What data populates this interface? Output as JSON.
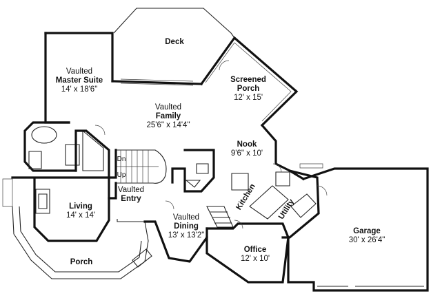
{
  "rooms": {
    "deck": {
      "name": "Deck"
    },
    "screened_porch": {
      "name_line1": "Screened",
      "name_line2": "Porch",
      "dims": "12' x 15'"
    },
    "master_suite": {
      "prefix": "Vaulted",
      "name": "Master Suite",
      "dims": "14' x 18'6\""
    },
    "family": {
      "prefix": "Vaulted",
      "name": "Family",
      "dims": "25'6\" x 14'4\""
    },
    "nook": {
      "name": "Nook",
      "dims": "9'6\" x 10'"
    },
    "stairs": {
      "down": "Dn",
      "up": "Up"
    },
    "entry": {
      "prefix": "Vaulted",
      "name": "Entry"
    },
    "living": {
      "name": "Living",
      "dims": "14' x 14'"
    },
    "kitchen": {
      "name": "Kitchen"
    },
    "utility": {
      "name": "Utility"
    },
    "garage": {
      "name": "Garage",
      "dims": "30' x 26'4\""
    },
    "dining": {
      "prefix": "Vaulted",
      "name": "Dining",
      "dims": "13' x 13'2\""
    },
    "office": {
      "name": "Office",
      "dims": "12' x 10'"
    },
    "porch": {
      "name": "Porch"
    }
  }
}
